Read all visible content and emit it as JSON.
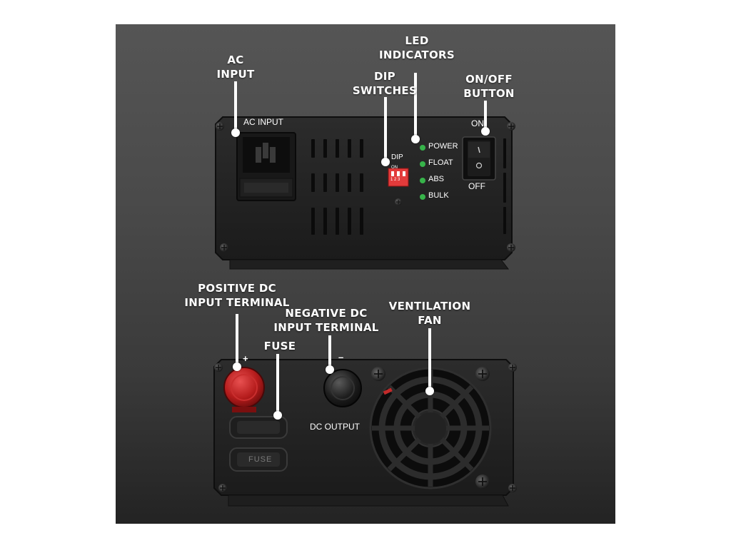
{
  "callouts": {
    "ac_input": "AC\nINPUT",
    "led_indicators": "LED\nINDICATORS",
    "dip_switches": "DIP\nSWITCHES",
    "onoff_button": "ON/OFF\nBUTTON",
    "positive_dc": "POSITIVE DC\nINPUT TERMINAL",
    "negative_dc": "NEGATIVE DC\nINPUT TERMINAL",
    "fuse": "FUSE",
    "ventilation_fan": "VENTILATION\nFAN"
  },
  "front_panel": {
    "ac_input_label": "AC INPUT",
    "dip_label": "DIP",
    "dip_on": "ON",
    "dip_numbers": "1  2  3",
    "leds": [
      "POWER",
      "FLOAT",
      "ABS",
      "BULK"
    ],
    "led_color": "#37b34a",
    "switch_on": "ON",
    "switch_off": "OFF"
  },
  "back_panel": {
    "plus_sign": "+",
    "minus_sign": "–",
    "dc_output": "DC OUTPUT",
    "fuse_text": "FUSE"
  }
}
